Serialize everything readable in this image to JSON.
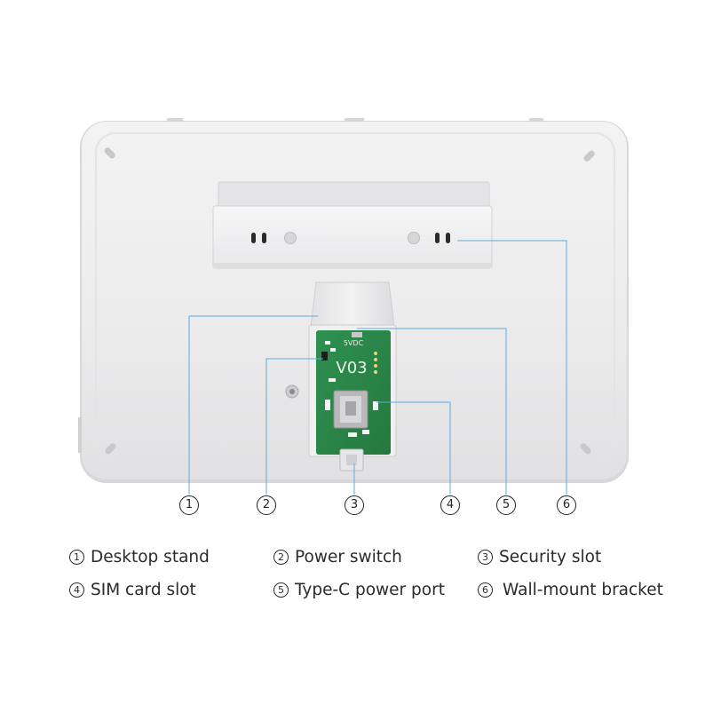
{
  "device": {
    "board_label": "V03",
    "power_label": "5VDC"
  },
  "callouts": [
    {
      "num": "1",
      "label": "Desktop stand"
    },
    {
      "num": "2",
      "label": "Power switch"
    },
    {
      "num": "3",
      "label": "Security slot"
    },
    {
      "num": "4",
      "label": "SIM card slot"
    },
    {
      "num": "5",
      "label": "Type-C power port"
    },
    {
      "num": "6",
      "label": "Wall-mount bracket"
    }
  ],
  "colors": {
    "leader_line": "#5aaee0",
    "pcb": "#2d8a4a",
    "housing": "#eeeeef"
  }
}
